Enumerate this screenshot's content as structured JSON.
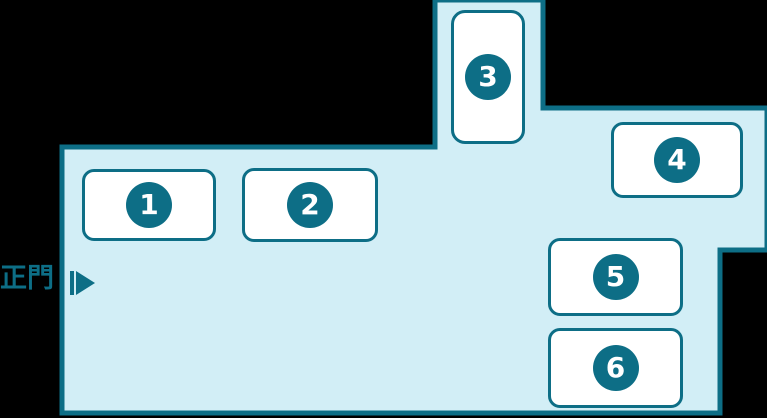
{
  "map": {
    "name": "campus-site-plan",
    "colors": {
      "background": "#000000",
      "site_fill": "#d2eef6",
      "site_border": "#0d6e86",
      "building_fill": "#ffffff",
      "building_border": "#0d6e86",
      "badge_fill": "#0d6e86",
      "badge_text": "#ffffff",
      "label_text": "#0d6e86"
    },
    "gate": {
      "label": "正門",
      "marker_icon": "play-triangle-icon"
    },
    "buildings": [
      {
        "id": "b1",
        "number": "1"
      },
      {
        "id": "b2",
        "number": "2"
      },
      {
        "id": "b3",
        "number": "3"
      },
      {
        "id": "b4",
        "number": "4"
      },
      {
        "id": "b5",
        "number": "5"
      },
      {
        "id": "b6",
        "number": "6"
      }
    ]
  }
}
